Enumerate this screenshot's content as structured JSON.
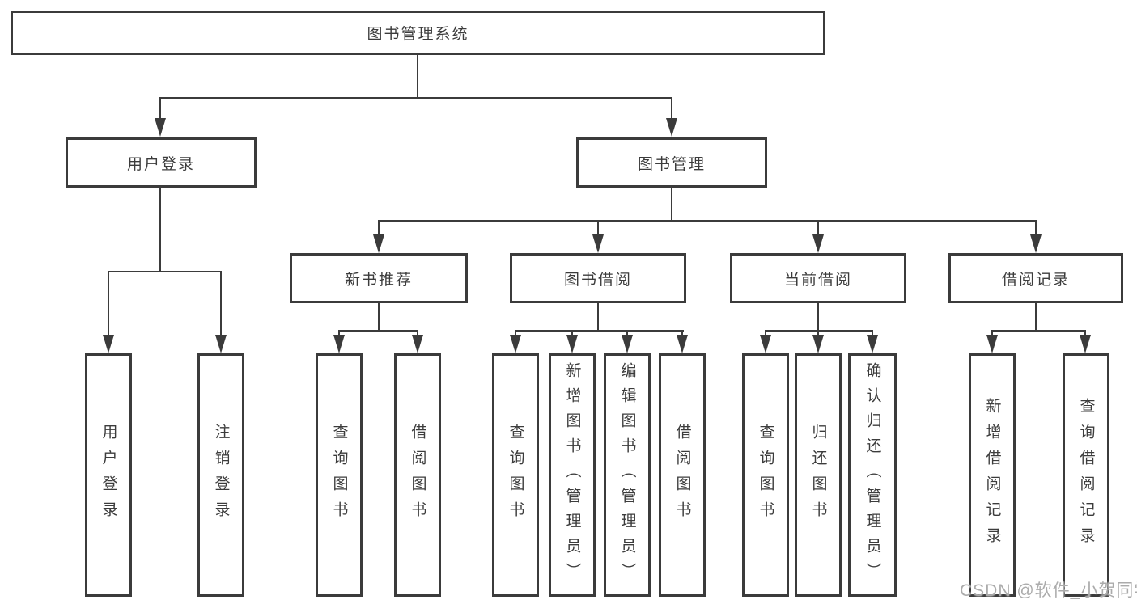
{
  "diagram": {
    "title": "图书管理系统",
    "nodes": {
      "root": "图书管理系统",
      "user_login": "用户登录",
      "book_manage": "图书管理",
      "new_book": "新书推荐",
      "book_borrow": "图书借阅",
      "current_borrow": "当前借阅",
      "borrow_record": "借阅记录",
      "leaf_user_login": "用户登录",
      "leaf_logout": "注销登录",
      "leaf_nb_query": "查询图书",
      "leaf_nb_borrow": "借阅图书",
      "leaf_bb_query": "查询图书",
      "leaf_bb_add": "新增图书（管理员）",
      "leaf_bb_edit": "编辑图书（管理员）",
      "leaf_bb_borrow": "借阅图书",
      "leaf_cb_query": "查询图书",
      "leaf_cb_return": "归还图书",
      "leaf_cb_confirm": "确认归还（管理员）",
      "leaf_br_add": "新增借阅记录",
      "leaf_br_query": "查询借阅记录"
    },
    "watermark": "CSDN @软件_小贺同学",
    "colors": {
      "line": "#3b3b3b",
      "text": "#3c3c3c",
      "background": "#ffffff",
      "watermark": "#ababab"
    }
  }
}
